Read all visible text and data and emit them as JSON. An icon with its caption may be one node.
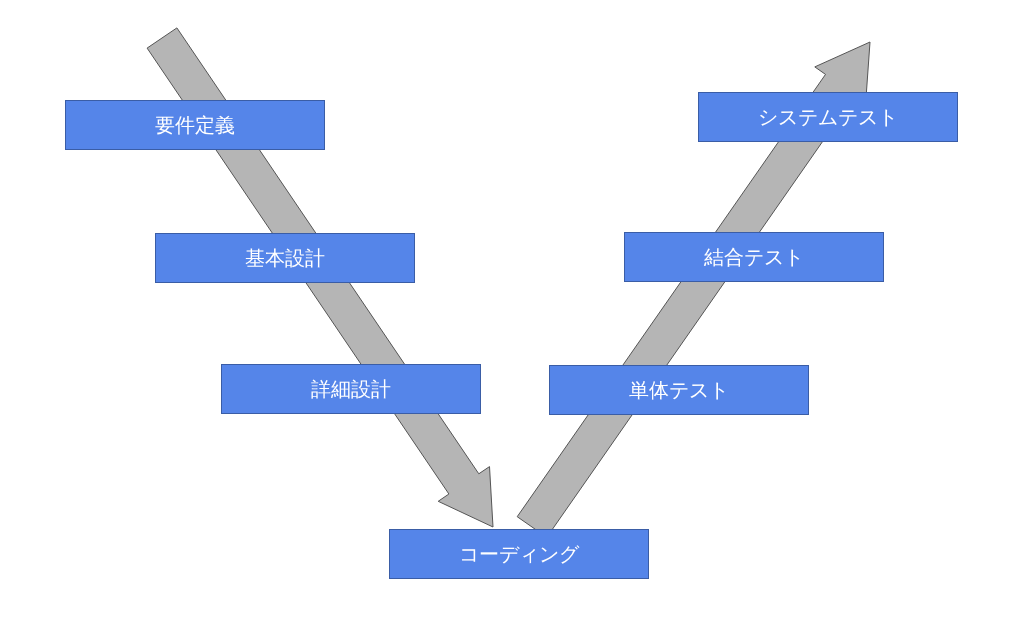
{
  "diagram": {
    "nodes": [
      {
        "text": [
          "要件定義"
        ]
      },
      {
        "text": [
          "基本設計"
        ]
      },
      {
        "text": [
          "詳細設計"
        ]
      },
      {
        "text": [
          "コーディング"
        ]
      },
      {
        "text": [
          "単体テスト"
        ]
      },
      {
        "text": [
          "結合テスト"
        ]
      },
      {
        "text": [
          "システムテスト"
        ]
      }
    ],
    "edges": [
      {
        "from": null,
        "to": 3,
        "arrow": "to"
      },
      {
        "from": 3,
        "to": null,
        "arrow": "to"
      }
    ]
  }
}
